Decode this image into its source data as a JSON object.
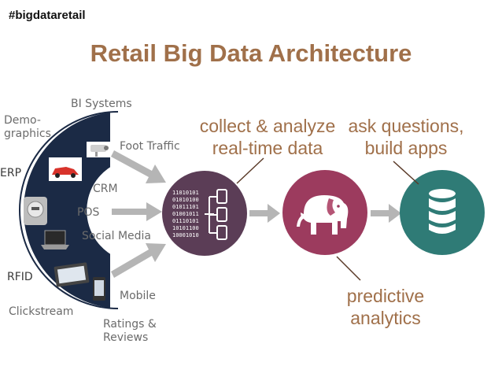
{
  "hashtag": "#bigdataretail",
  "title": "Retail Big Data Architecture",
  "sources": {
    "bi_systems": "BI Systems",
    "demographics_line1": "Demo-",
    "demographics_line2": "graphics",
    "foot_traffic": "Foot Traffic",
    "erp": "ERP",
    "crm": "CRM",
    "pos": "POS",
    "social_media": "Social Media",
    "rfid": "RFID",
    "mobile": "Mobile",
    "clickstream": "Clickstream",
    "ratings_line1": "Ratings &",
    "ratings_line2": "Reviews"
  },
  "captions": {
    "collect_line1": "collect & analyze",
    "collect_line2": "real-time data",
    "ask_line1": "ask questions,",
    "ask_line2": "build apps",
    "predictive_line1": "predictive",
    "predictive_line2": "analytics"
  },
  "binary_rows": [
    "11010101",
    "01010100",
    "01011101",
    "01001011",
    "01110101",
    "10101100",
    "10001010"
  ],
  "colors": {
    "brand_brown": "#a0704a",
    "data_stream_circle": "#5b3d56",
    "analytics_circle": "#9c3b5e",
    "app_circle": "#2f7b76",
    "ring": "#1b2a45",
    "arrow": "#b5b5b5"
  },
  "icons": [
    "camera-icon",
    "car-icon",
    "meter-icon",
    "laptop-icon",
    "tablet-icon",
    "phone-icon",
    "elephant-icon",
    "database-icon"
  ]
}
